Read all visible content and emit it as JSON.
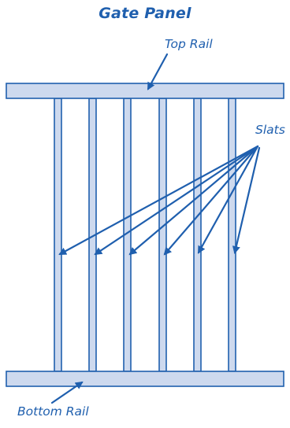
{
  "diagram": {
    "title": "Gate Panel",
    "labels": {
      "top_rail": "Top Rail",
      "slats": "Slats",
      "bottom_rail": "Bottom Rail"
    },
    "slat_count": 6
  },
  "colors": {
    "stroke": "#1f5fae",
    "fill": "#cdd9ee",
    "text": "#1f5fae"
  }
}
